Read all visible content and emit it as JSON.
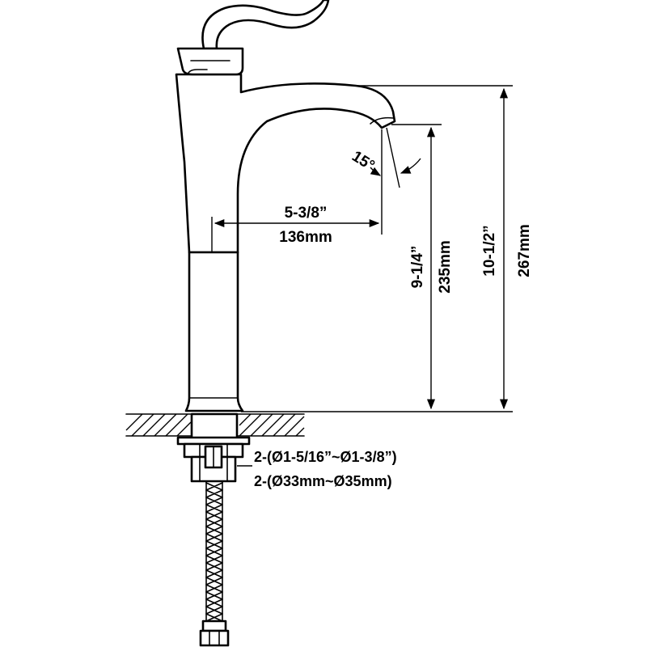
{
  "colors": {
    "line": "#000000",
    "background": "#ffffff"
  },
  "dimensions": {
    "spout_reach_in": "5-3/8”",
    "spout_reach_mm": "136mm",
    "spout_height_in": "9-1/4”",
    "spout_height_mm": "235mm",
    "total_height_in": "10-1/2”",
    "total_height_mm": "267mm",
    "spout_angle": "15°",
    "hole_diameter_in": "2-(Ø1-5/16”~Ø1-3/8”)",
    "hole_diameter_mm": "2-(Ø33mm~Ø35mm)"
  }
}
